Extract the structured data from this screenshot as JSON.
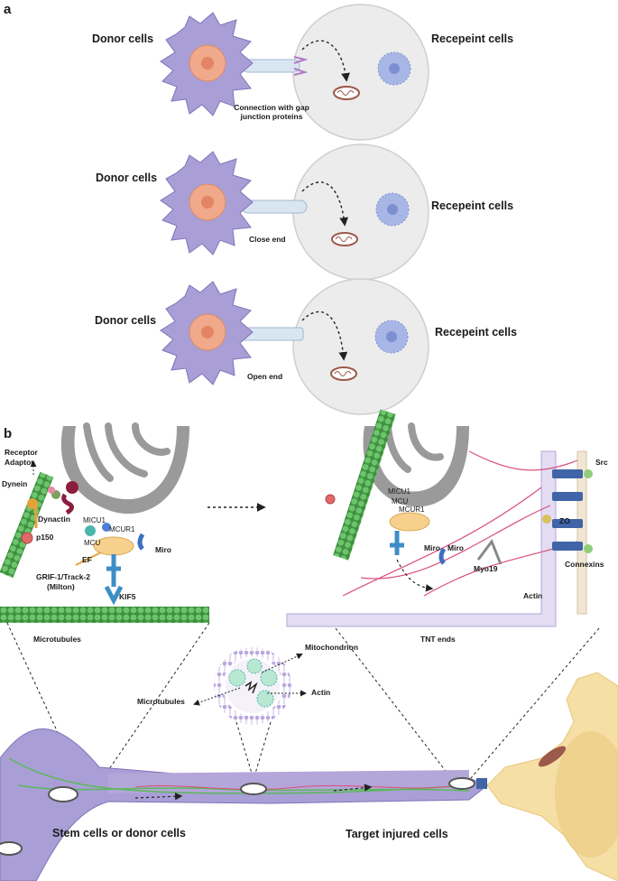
{
  "panel_a": {
    "letter": "a",
    "rows": [
      {
        "donor": "Donor cells",
        "recipient": "Recepeint cells",
        "connection": "Connection with gap junction proteins",
        "connection_line1": "Connection with gap",
        "connection_line2": "junction proteins"
      },
      {
        "donor": "Donor cells",
        "recipient": "Recepeint cells",
        "connection": "Close end"
      },
      {
        "donor": "Donor cells",
        "recipient": "Recepeint cells",
        "connection": "Open end"
      }
    ]
  },
  "panel_b": {
    "letter": "b",
    "left_inset": {
      "receptor": "Receptor",
      "adaptor": "Adaptor",
      "dynein": "Dynein",
      "dynactin": "Dynactin",
      "p150": "p150",
      "micu1": "MICU1",
      "mcur1": "MCUR1",
      "mcu": "MCU",
      "ef": "EF",
      "miro": "Miro",
      "grif": "GRIF-1/Track-2",
      "milton": "(Milton)",
      "kif5": "KIF5",
      "microtubules": "Microtubules"
    },
    "right_inset": {
      "micu1": "MICU1",
      "mcu": "MCU",
      "mcur1": "MCUR1",
      "miro1": "Miro",
      "miro2": "Miro",
      "myo19": "Myo19",
      "actin": "Actin",
      "src": "Src",
      "zo": "ZO",
      "connexins": "Connexins",
      "tnt_ends": "TNT ends"
    },
    "bottom": {
      "mitochondrion": "Mitochondrion",
      "microtubules": "Microtubules",
      "actin": "Actin",
      "stem": "Stem cells or donor cells",
      "target": "Target injured cells"
    }
  },
  "colors": {
    "donor_cell": "#a99fd6",
    "donor_nucleus": "#f0a98a",
    "recipient_cell": "#ececec",
    "recipient_nucleus": "#a8b6e6",
    "mitochondrion": "#9b5a4a",
    "microtubule": "#5cb85c",
    "tnt_membrane": "#b3a6d8",
    "target_cell": "#f5dfa5",
    "actin": "#d94f7a",
    "connexin": "#3f64a8"
  }
}
